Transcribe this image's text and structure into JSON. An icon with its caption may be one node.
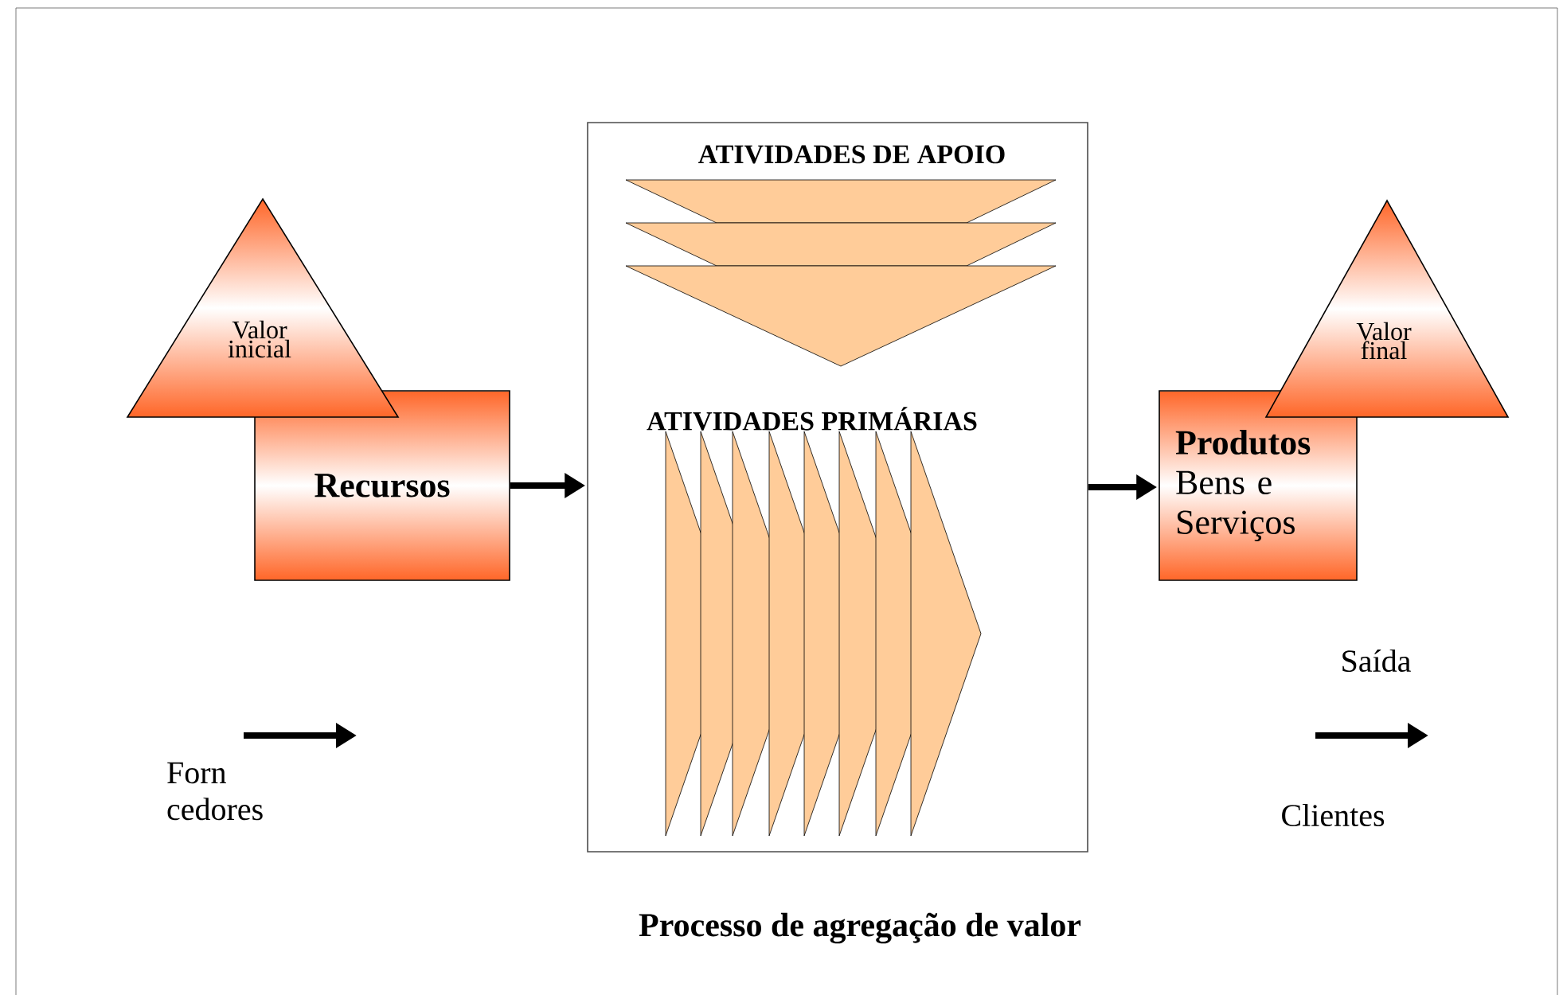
{
  "diagram": {
    "caption": "Processo de agregação de valor",
    "nodes": [
      {
        "text": [
          "Valor inicial"
        ]
      },
      {
        "text": [
          "Recursos"
        ]
      },
      {
        "text": [
          "ATIVIDADES DE APOIO",
          "ATIVIDADES PRIMÁRIAS"
        ]
      },
      {
        "text": [
          "Produtos",
          "Bens e Serviços"
        ]
      },
      {
        "text": [
          "Valor final"
        ]
      }
    ],
    "edges": [
      {
        "from": 1,
        "to": 2,
        "arrow": "to"
      },
      {
        "from": 2,
        "to": 3,
        "arrow": "to"
      }
    ],
    "labels": [
      "Saída",
      "Forn cedores",
      "Clientes"
    ]
  }
}
